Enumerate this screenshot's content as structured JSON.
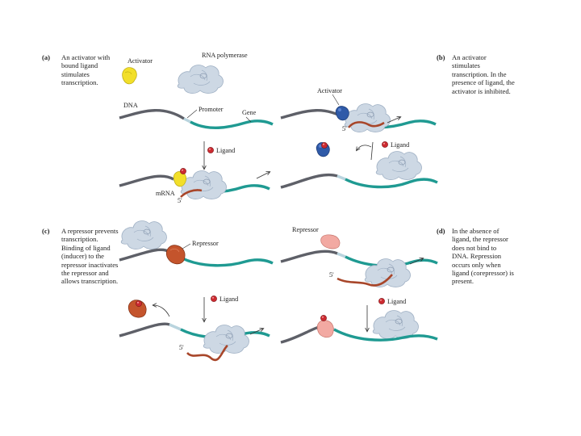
{
  "panels": {
    "a": {
      "tag": "(a)",
      "text": "An activator with bound ligand stimulates transcription."
    },
    "b": {
      "tag": "(b)",
      "text": "An activator stimulates transcription. In the presence of ligand, the activator is inhibited."
    },
    "c": {
      "tag": "(c)",
      "text": "A repressor prevents transcription. Binding of ligand (inducer) to the repressor inactivates the repressor and allows transcription."
    },
    "d": {
      "tag": "(d)",
      "text": "In the absence of ligand, the repressor does not bind to DNA. Repression occurs only when ligand (corepressor) is present."
    }
  },
  "labels": {
    "activator": "Activator",
    "rna_polymerase": "RNA polymerase",
    "dna": "DNA",
    "promoter": "Promoter",
    "gene": "Gene",
    "ligand": "Ligand",
    "mrna": "mRNA",
    "five_prime": "5'",
    "repressor": "Repressor"
  },
  "colors": {
    "dna_gray": "#5e6068",
    "gene_teal": "#1f9a92",
    "promoter": "#b9d4de",
    "polymerase": "#cdd8e4",
    "activator": "#f2df2a",
    "activator_blue": "#2f5aa8",
    "repressor_dark": "#c4542c",
    "repressor_light": "#f2a9a2",
    "ligand": "#cc2a30",
    "mrna": "#a8462a"
  }
}
